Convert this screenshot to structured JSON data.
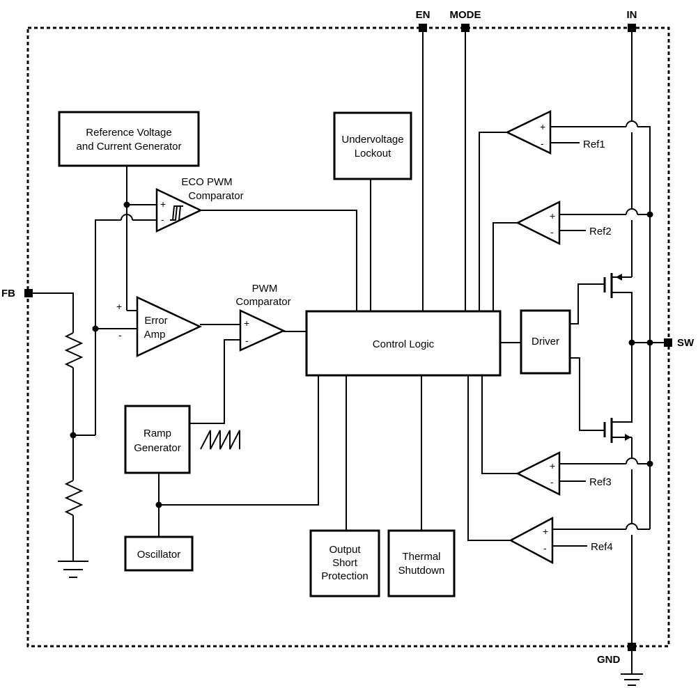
{
  "pins": {
    "en": "EN",
    "mode": "MODE",
    "in": "IN",
    "fb": "FB",
    "sw": "SW",
    "gnd": "GND"
  },
  "blocks": {
    "ref_gen_line1": "Reference Voltage",
    "ref_gen_line2": "and Current Generator",
    "uvlo_line1": "Undervoltage",
    "uvlo_line2": "Lockout",
    "error_amp_line1": "Error",
    "error_amp_line2": "Amp",
    "control_logic": "Control Logic",
    "driver": "Driver",
    "ramp_line1": "Ramp",
    "ramp_line2": "Generator",
    "oscillator": "Oscillator",
    "osp_line1": "Output",
    "osp_line2": "Short",
    "osp_line3": "Protection",
    "tsd_line1": "Thermal",
    "tsd_line2": "Shutdown"
  },
  "labels": {
    "eco_line1": "ECO PWM",
    "eco_line2": "Comparator",
    "pwm_line1": "PWM",
    "pwm_line2": "Comparator",
    "ref1": "Ref1",
    "ref2": "Ref2",
    "ref3": "Ref3",
    "ref4": "Ref4",
    "plus": "+",
    "minus": "-"
  }
}
